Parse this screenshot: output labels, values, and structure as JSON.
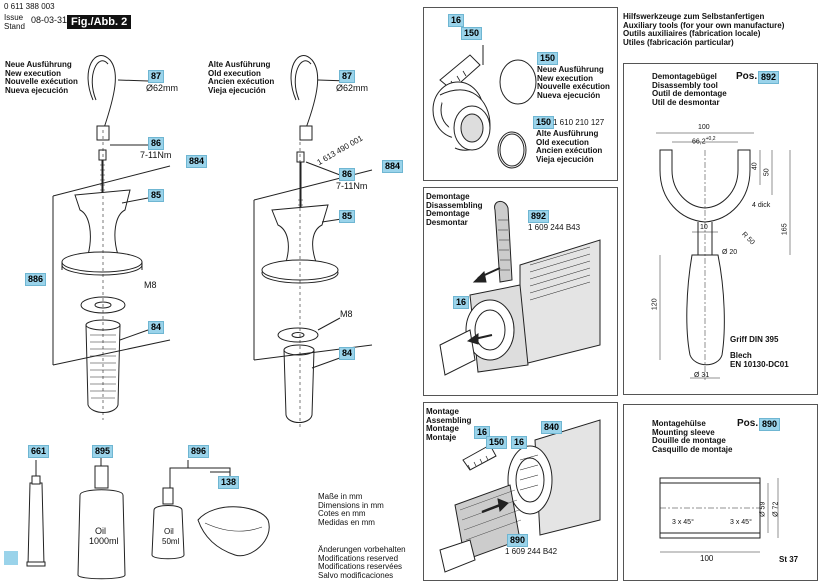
{
  "header": {
    "part_number": "0 611 388 003",
    "issue_label_1": "Issue",
    "issue_label_2": "Stand",
    "issue_date": "08-03-31",
    "fig_label": "Fig./Abb. 2"
  },
  "left_new": {
    "title_lines": [
      "Neue Ausführung",
      "New execution",
      "Nouvelle exécution",
      "Nueva ejecución"
    ],
    "tag_87": "87",
    "dim_87": "Ø62mm",
    "tag_86": "86",
    "torque_86": "7-11Nm",
    "tag_884": "884",
    "tag_85": "85",
    "tag_886": "886",
    "label_m8": "M8",
    "tag_84": "84"
  },
  "left_old": {
    "title_lines": [
      "Alte Ausführung",
      "Old execution",
      "Ancien exécution",
      "Vieja ejecución"
    ],
    "tag_87": "87",
    "dim_87": "Ø62mm",
    "part_86": "1 613 490 001",
    "tag_86": "86",
    "torque_86": "7-11Nm",
    "tag_884": "884",
    "tag_85": "85",
    "label_m8": "M8",
    "tag_84": "84"
  },
  "consumables": {
    "tag_661": "661",
    "tag_895": "895",
    "tag_896": "896",
    "tag_138": "138",
    "oil_label": "Oil",
    "oil_volume_large": "1000ml",
    "oil_volume_small": "50ml"
  },
  "notes": {
    "dims_lines": [
      "Maße in mm",
      "Dimensions in mm",
      "Cotes en mm",
      "Medidas en mm"
    ],
    "mods_lines": [
      "Änderungen vorbehalten",
      "Modifications reserved",
      "Modifications reservées",
      "Salvo modificaciones"
    ]
  },
  "mid_top": {
    "tag_16": "16",
    "tag_150a": "150",
    "tag_150b": "150",
    "new_lines": [
      "Neue Ausführung",
      "New execution",
      "Nouvelle exécution",
      "Nueva ejecución"
    ],
    "tag_150c": "150",
    "part_150": "1 610 210 127",
    "old_lines": [
      "Alte Ausführung",
      "Old execution",
      "Ancien exécution",
      "Vieja ejecución"
    ]
  },
  "mid_demontage": {
    "title_lines": [
      "Demontage",
      "Disassembling",
      "Demontage",
      "Desmontar"
    ],
    "tag_892": "892",
    "part_892": "1 609 244 B43",
    "tag_16": "16"
  },
  "mid_montage": {
    "title_lines": [
      "Montage",
      "Assembling",
      "Montage",
      "Montaje"
    ],
    "tag_16a": "16",
    "tag_150": "150",
    "tag_16b": "16",
    "tag_840": "840",
    "tag_890": "890",
    "part_890": "1 609 244 B42"
  },
  "tools": {
    "title_lines": [
      "Hilfswerkzeuge zum Selbstanfertigen",
      "Auxiliary tools (for your own manufacture)",
      "Outils auxiliaires (fabrication locale)",
      "Utiles (fabricación particular)"
    ]
  },
  "tool_892": {
    "title_lines": [
      "Demontagebügel",
      "Disassembly tool",
      "Outil de demontage",
      "Util de desmontar"
    ],
    "pos_label": "Pos.",
    "pos_tag": "892",
    "dim_100": "100",
    "dim_66": "66,2",
    "dim_66_tol": "+0,2",
    "dim_40": "40",
    "dim_50": "50",
    "dim_4dick": "4 dick",
    "dim_10": "10",
    "dim_r50": "R 50",
    "dim_d20": "Ø 20",
    "dim_165": "165",
    "dim_120": "120",
    "griff": "Griff DIN 395",
    "blech": "Blech",
    "en": "EN 10130-DC01",
    "dim_d31": "Ø 31"
  },
  "tool_890": {
    "title_lines": [
      "Montagehülse",
      "Mounting sleeve",
      "Douille de montage",
      "Casquillo de montaje"
    ],
    "pos_label": "Pos.",
    "pos_tag": "890",
    "chamfer_a": "3 x 45°",
    "chamfer_b": "3 x 45°",
    "dim_59": "Ø 59",
    "dim_72": "Ø 72",
    "dim_100": "100",
    "material": "St 37"
  }
}
